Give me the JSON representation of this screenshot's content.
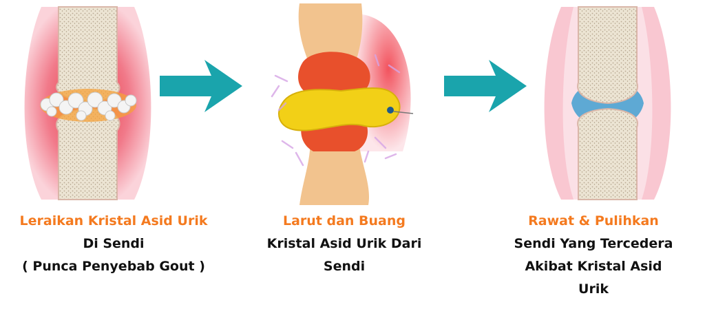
{
  "colors": {
    "accent": "#f47a1f",
    "arrow": "#1aa4ac",
    "text": "#111111"
  },
  "steps": [
    {
      "title": "Leraikan Kristal Asid Urik",
      "lines": [
        "Di Sendi",
        "( Punca Penyebab Gout )"
      ]
    },
    {
      "title": "Larut dan Buang",
      "lines": [
        "Kristal Asid Urik Dari",
        "Sendi"
      ]
    },
    {
      "title": "Rawat & Pulihkan",
      "lines": [
        "Sendi Yang Tercedera",
        "Akibat Kristal Asid",
        "Urik"
      ]
    }
  ]
}
